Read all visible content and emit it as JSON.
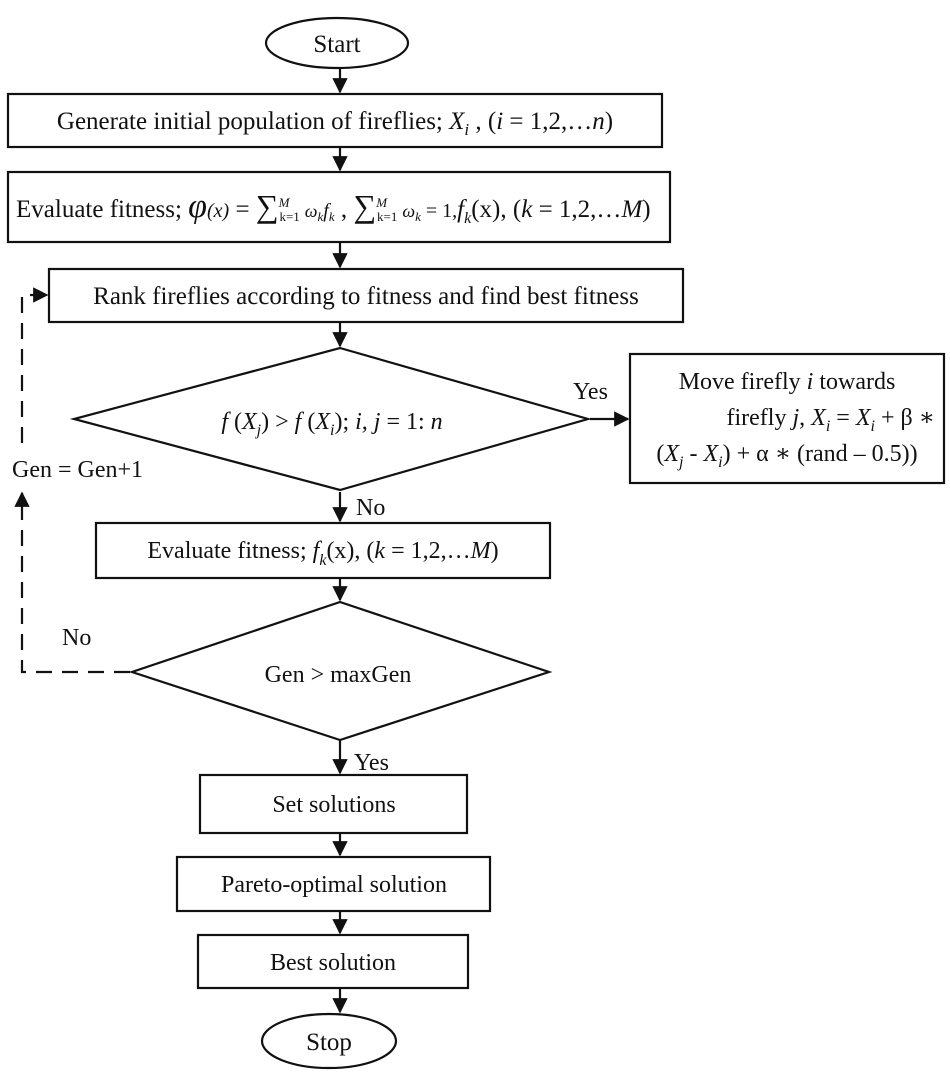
{
  "nodes": {
    "start": "Start",
    "generate": {
      "prefix": "Generate initial population of fireflies; ",
      "var": "X",
      "sub": "i",
      "mid": " , (",
      "i": "i",
      "range": " = 1,2,…",
      "n": "n",
      "close": ")"
    },
    "evaluate_weighted": {
      "prefix": "Evaluate fitness; ",
      "phi": "φ",
      "x_arg": "(x)",
      "eq": " = ",
      "sum": "∑",
      "sum_upper": "M",
      "sum_lower": "k=1",
      "omega": "ω",
      "k": "k",
      "f": "f",
      "comma": " ,  ",
      "eq_one": " = 1,",
      "fk_arg": "(x), (",
      "range": " = 1,2,…",
      "M": "M",
      "close": ")"
    },
    "rank": "Rank fireflies according to fitness and find best fitness",
    "compare": {
      "f": "f",
      "open": " (",
      "X": "X",
      "j": "j",
      "i": "i",
      "gt": ") > ",
      "close_semi": "); ",
      "ij": "i, j",
      "eq": " = 1: ",
      "n": "n"
    },
    "move": {
      "line1": "Move firefly ",
      "line1_i": "i",
      "line1_tail": " towards",
      "line2": "firefly ",
      "line2_j": "j",
      "line2_sep": ", ",
      "X": "X",
      "i": "i",
      "eq": " = ",
      "plus_beta": " + β ∗",
      "line3_open": "(",
      "j": "j",
      "minus": " - ",
      "line3_tail": ") + α ∗ (rand – 0.5))"
    },
    "evaluate_k": {
      "prefix": "Evaluate fitness; ",
      "f": "f",
      "k": "k",
      "arg": "(x), (",
      "range": " = 1,2,…",
      "M": "M",
      "close": ")"
    },
    "gen_check": "Gen > maxGen",
    "set_solutions": "Set solutions",
    "pareto": "Pareto-optimal solution",
    "best": "Best solution",
    "stop": "Stop"
  },
  "labels": {
    "yes_compare": "Yes",
    "no_compare": "No",
    "no_gen": "No",
    "yes_gen": "Yes",
    "gen_increment": "Gen = Gen+1"
  }
}
